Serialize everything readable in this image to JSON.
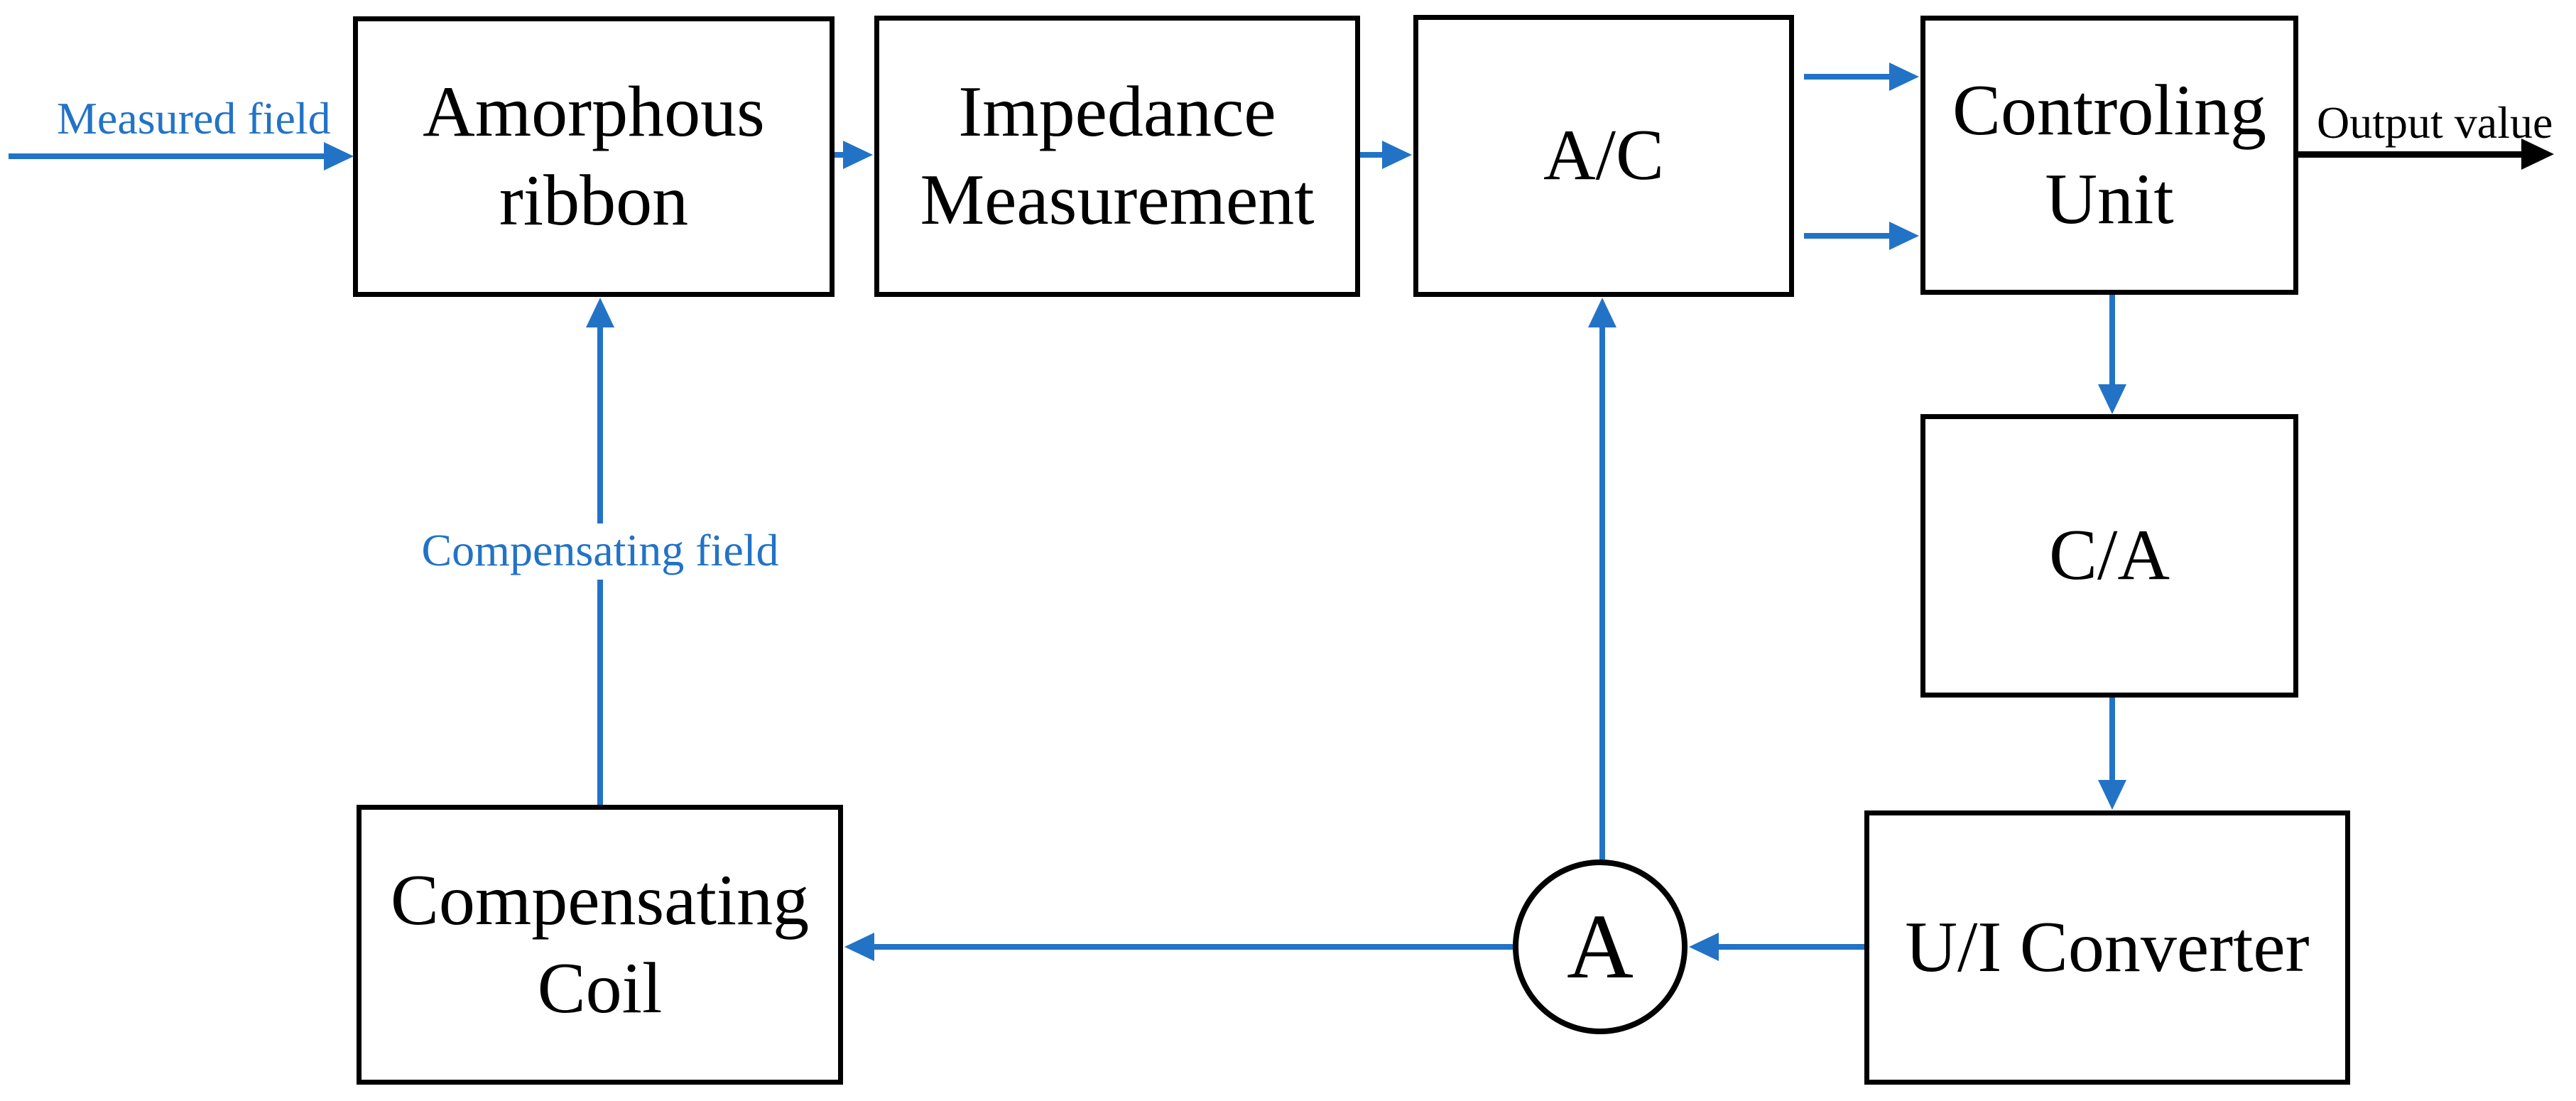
{
  "colors": {
    "accent_blue": "#2273C6",
    "ink": "#000000",
    "background": "#FFFFFF"
  },
  "diagram": {
    "title": "Amorphous ribbon magnetometer feedback-loop block diagram",
    "nodes": {
      "amorphous": {
        "label": "Amorphous\nribbon"
      },
      "impedance": {
        "label": "Impedance\nMeasurement"
      },
      "ac": {
        "label": "A/C"
      },
      "controlling": {
        "label": "Controling\nUnit"
      },
      "ca": {
        "label": "C/A"
      },
      "ui_converter": {
        "label": "U/I Converter"
      },
      "coil": {
        "label": "Compensating\nCoil"
      },
      "ammeter": {
        "label": "A"
      }
    },
    "annotations": {
      "measured_field": {
        "label": "Measured field",
        "color": "#2273C6"
      },
      "compensating_field": {
        "label": "Compensating field",
        "color": "#2273C6"
      },
      "output_value": {
        "label": "Output value",
        "color": "#000000"
      }
    },
    "edges": [
      {
        "from": "measured-field-input",
        "to": "amorphous",
        "color": "blue",
        "direction": "right"
      },
      {
        "from": "amorphous",
        "to": "impedance",
        "color": "blue",
        "direction": "right"
      },
      {
        "from": "impedance",
        "to": "ac",
        "color": "blue",
        "direction": "right"
      },
      {
        "from": "ac",
        "to": "controlling",
        "color": "blue",
        "direction": "right",
        "note": "upper of double arrow"
      },
      {
        "from": "ac",
        "to": "controlling",
        "color": "blue",
        "direction": "right",
        "note": "lower of double arrow"
      },
      {
        "from": "controlling",
        "to": "output-value",
        "color": "black",
        "direction": "right"
      },
      {
        "from": "controlling",
        "to": "ca",
        "color": "blue",
        "direction": "down"
      },
      {
        "from": "ca",
        "to": "ui_converter",
        "color": "blue",
        "direction": "down"
      },
      {
        "from": "ui_converter",
        "to": "ammeter",
        "color": "blue",
        "direction": "left"
      },
      {
        "from": "ammeter",
        "to": "coil",
        "color": "blue",
        "direction": "left"
      },
      {
        "from": "ammeter",
        "to": "ac",
        "color": "blue",
        "direction": "up"
      },
      {
        "from": "coil",
        "to": "amorphous",
        "color": "blue",
        "direction": "up",
        "via_label": "compensating_field"
      }
    ]
  }
}
